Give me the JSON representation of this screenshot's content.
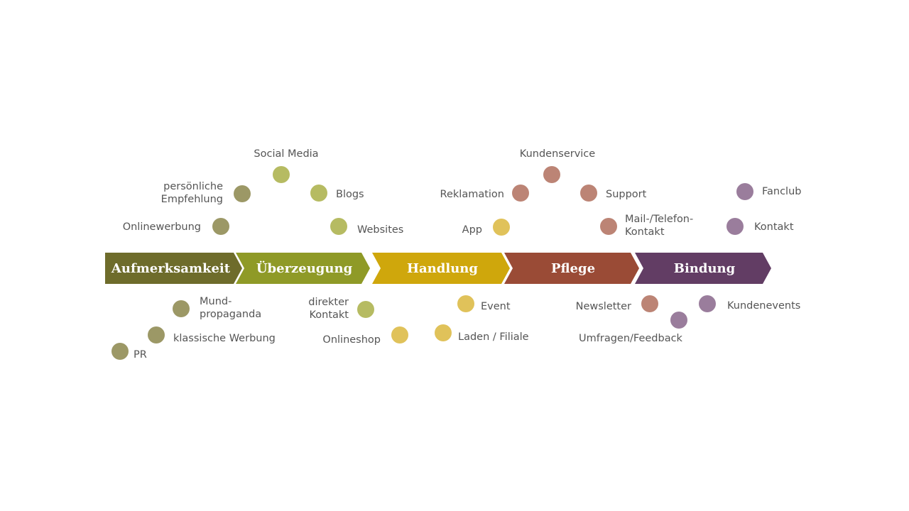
{
  "colors": {
    "text": "#555555",
    "stage_label": "#ffffff"
  },
  "stages": [
    {
      "label": "Aufmerksamkeit",
      "color": "#6e6c2b"
    },
    {
      "label": "Überzeugung",
      "color": "#8f9a27"
    },
    {
      "label": "Handlung",
      "color": "#cfa70c"
    },
    {
      "label": "Pflege",
      "color": "#9a4b36"
    },
    {
      "label": "Bindung",
      "color": "#623d64"
    }
  ],
  "touchpoints": [
    {
      "name": "touchpoint-onlinewerbung",
      "lines": [
        "Onlinewerbung"
      ],
      "stage": 0,
      "dot_color": "#9c9866"
    },
    {
      "name": "touchpoint-persoenliche-empfehlung",
      "lines": [
        "persönliche",
        "Empfehlung"
      ],
      "stage": 0,
      "dot_color": "#9c9866"
    },
    {
      "name": "touchpoint-mundpropaganda",
      "lines": [
        "Mund-",
        "propaganda"
      ],
      "stage": 0,
      "dot_color": "#9c9866"
    },
    {
      "name": "touchpoint-klassische-werbung",
      "lines": [
        "klassische Werbung"
      ],
      "stage": 0,
      "dot_color": "#9c9866"
    },
    {
      "name": "touchpoint-pr",
      "lines": [
        "PR"
      ],
      "stage": 0,
      "dot_color": "#9c9866"
    },
    {
      "name": "touchpoint-social-media",
      "lines": [
        "Social Media"
      ],
      "stage": 1,
      "dot_color": "#b6bb62"
    },
    {
      "name": "touchpoint-blogs",
      "lines": [
        "Blogs"
      ],
      "stage": 1,
      "dot_color": "#b6bb62"
    },
    {
      "name": "touchpoint-websites",
      "lines": [
        "Websites"
      ],
      "stage": 1,
      "dot_color": "#b6bb62"
    },
    {
      "name": "touchpoint-direkter-kontakt",
      "lines": [
        "direkter",
        "Kontakt"
      ],
      "stage": 1,
      "dot_color": "#b6bb62"
    },
    {
      "name": "touchpoint-app",
      "lines": [
        "App"
      ],
      "stage": 2,
      "dot_color": "#e0c25a"
    },
    {
      "name": "touchpoint-onlineshop",
      "lines": [
        "Onlineshop"
      ],
      "stage": 2,
      "dot_color": "#e0c25a"
    },
    {
      "name": "touchpoint-event",
      "lines": [
        "Event"
      ],
      "stage": 2,
      "dot_color": "#e0c25a"
    },
    {
      "name": "touchpoint-laden-filiale",
      "lines": [
        "Laden / Filiale"
      ],
      "stage": 2,
      "dot_color": "#e0c25a"
    },
    {
      "name": "touchpoint-kundenservice",
      "lines": [
        "Kundenservice"
      ],
      "stage": 3,
      "dot_color": "#bc8475"
    },
    {
      "name": "touchpoint-reklamation",
      "lines": [
        "Reklamation"
      ],
      "stage": 3,
      "dot_color": "#bc8475"
    },
    {
      "name": "touchpoint-support",
      "lines": [
        "Support"
      ],
      "stage": 3,
      "dot_color": "#bc8475"
    },
    {
      "name": "touchpoint-mail-telefon-kontakt",
      "lines": [
        "Mail-/Telefon-",
        "Kontakt"
      ],
      "stage": 3,
      "dot_color": "#bc8475"
    },
    {
      "name": "touchpoint-newsletter",
      "lines": [
        "Newsletter"
      ],
      "stage": 3,
      "dot_color": "#bc8475"
    },
    {
      "name": "touchpoint-umfragen-feedback",
      "lines": [
        "Umfragen/Feedback"
      ],
      "stage": 4,
      "dot_color": "#9a7d9c"
    },
    {
      "name": "touchpoint-fanclub",
      "lines": [
        "Fanclub"
      ],
      "stage": 4,
      "dot_color": "#9a7d9c"
    },
    {
      "name": "touchpoint-kontakt",
      "lines": [
        "Kontakt"
      ],
      "stage": 4,
      "dot_color": "#9a7d9c"
    },
    {
      "name": "touchpoint-kundenevents",
      "lines": [
        "Kundenevents"
      ],
      "stage": 4,
      "dot_color": "#9a7d9c"
    }
  ]
}
